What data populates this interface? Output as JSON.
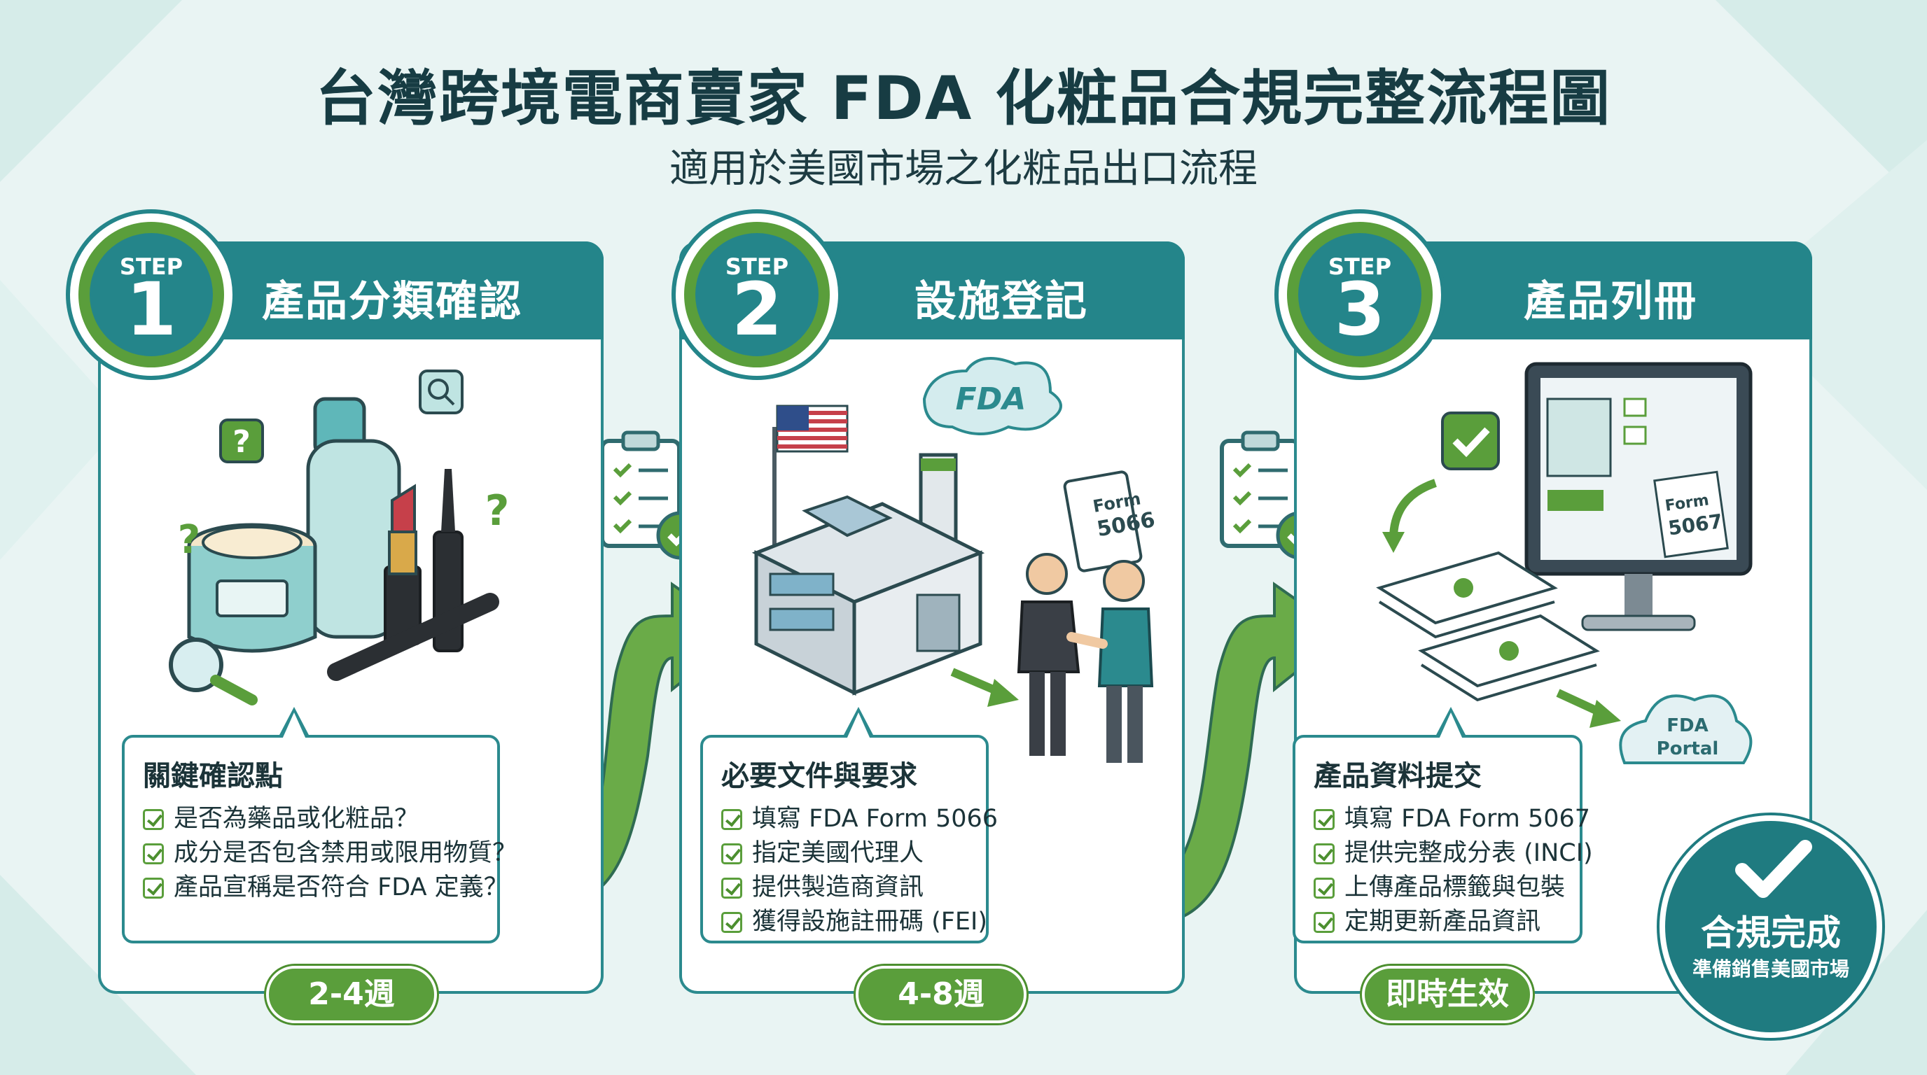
{
  "title": "台灣跨境電商賣家 FDA 化粧品合規完整流程圖",
  "subtitle": "適用於美國市場之化粧品出口流程",
  "steps": [
    {
      "label": "STEP",
      "number": "1",
      "title": "產品分類確認",
      "box_title": "關鍵確認點",
      "items": [
        "是否為藥品或化粧品？",
        "成分是否包含禁用或限用物質？",
        "產品宣稱是否符合 FDA 定義？"
      ],
      "duration": "2-4週"
    },
    {
      "label": "STEP",
      "number": "2",
      "title": "設施登記",
      "box_title": "必要文件與要求",
      "items": [
        "填寫 FDA Form 5066",
        "指定美國代理人",
        "提供製造商資訊",
        "獲得設施註冊碼 (FEI)"
      ],
      "duration": "4-8週"
    },
    {
      "label": "STEP",
      "number": "3",
      "title": "產品列冊",
      "box_title": "產品資料提交",
      "items": [
        "填寫 FDA Form 5067",
        "提供完整成分表 (INCI)",
        "上傳產品標籤與包裝",
        "定期更新產品資訊"
      ],
      "duration": "即時生效"
    }
  ],
  "illustrations": {
    "fda_logo": "FDA",
    "form_5066": [
      "Form",
      "5066"
    ],
    "form_5067": [
      "Form",
      "5067"
    ],
    "portal": [
      "FDA",
      "Portal"
    ]
  },
  "completion": {
    "title": "合規完成",
    "subtitle": "準備銷售美國市場"
  },
  "colors": {
    "teal": "#24858a",
    "green": "#5a9e3b",
    "dark_teal": "#1f7b80",
    "background": "#e9f4f3"
  }
}
